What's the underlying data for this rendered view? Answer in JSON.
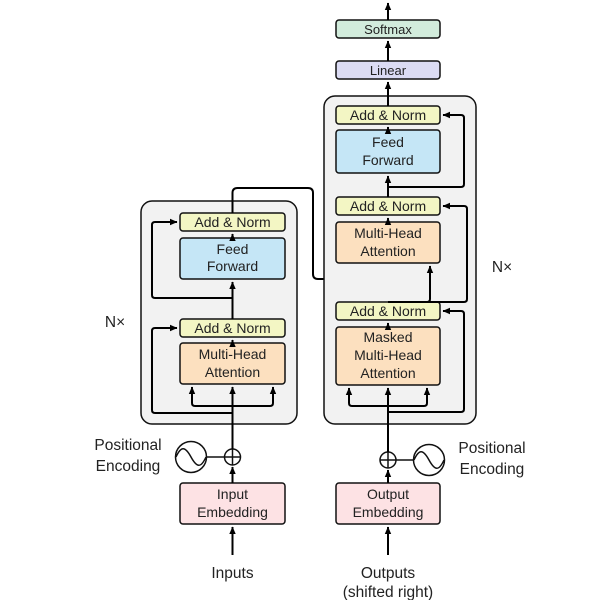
{
  "colors": {
    "stack_bg": "#f2f2f2",
    "add_norm": "#f3f6c4",
    "feed_forward": "#c5e6f6",
    "attention": "#fce0bf",
    "embedding": "#fde2e4",
    "linear": "#dcdcf4",
    "softmax": "#d2ecdc",
    "stroke": "#111111",
    "arrow": "#000000"
  },
  "encoder": {
    "repeat_label": "N×",
    "add_norm_top": "Add & Norm",
    "feed_forward": [
      "Feed",
      "Forward"
    ],
    "add_norm_bottom": "Add & Norm",
    "attention": [
      "Multi-Head",
      "Attention"
    ],
    "positional_encoding": [
      "Positional",
      "Encoding"
    ],
    "embedding": [
      "Input",
      "Embedding"
    ],
    "input_label": "Inputs"
  },
  "decoder": {
    "repeat_label": "N×",
    "softmax": "Softmax",
    "linear": "Linear",
    "add_norm_top": "Add & Norm",
    "feed_forward": [
      "Feed",
      "Forward"
    ],
    "add_norm_mid": "Add & Norm",
    "cross_attention": [
      "Multi-Head",
      "Attention"
    ],
    "add_norm_bottom": "Add & Norm",
    "masked_attention": [
      "Masked",
      "Multi-Head",
      "Attention"
    ],
    "positional_encoding": [
      "Positional",
      "Encoding"
    ],
    "embedding": [
      "Output",
      "Embedding"
    ],
    "output_label": [
      "Outputs",
      "(shifted right)"
    ]
  }
}
